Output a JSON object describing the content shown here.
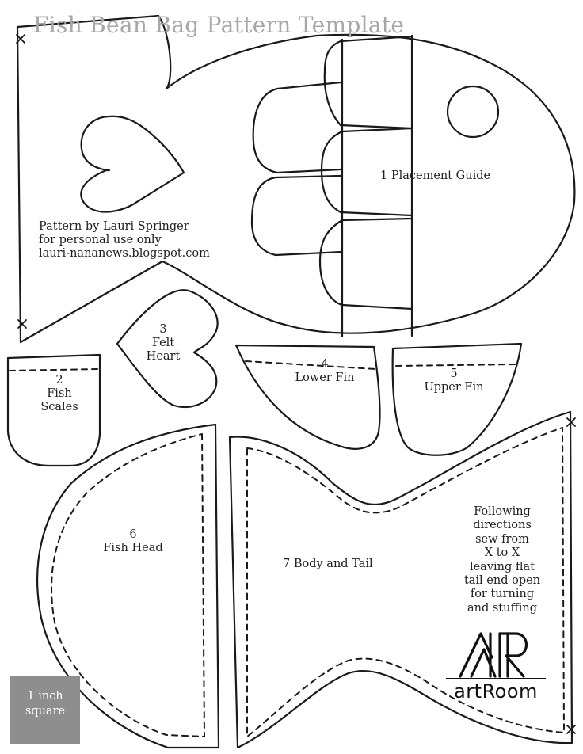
{
  "title": "Fish Bean Bag Pattern Template",
  "credit": {
    "line1": "Pattern by Lauri Springer",
    "line2": "for personal use only",
    "line3": "lauri-nananews.blogspot.com"
  },
  "pieces": {
    "placement_guide": "1  Placement Guide",
    "fish_scales": {
      "number": "2",
      "line1": "Fish",
      "line2": "Scales"
    },
    "felt_heart": {
      "number": "3",
      "line1": "Felt",
      "line2": "Heart"
    },
    "lower_fin": {
      "number": "4",
      "label": "Lower Fin"
    },
    "upper_fin": {
      "number": "5",
      "label": "Upper Fin"
    },
    "fish_head": {
      "number": "6",
      "label": "Fish Head"
    },
    "body_tail": "7 Body and Tail"
  },
  "directions": [
    "Following",
    "directions",
    "sew from",
    "X to X",
    "leaving flat",
    "tail end open",
    "for turning",
    "and stuffing"
  ],
  "scale_square": {
    "line1": "1 inch",
    "line2": "square",
    "color": "#8e8e8e"
  },
  "logo": {
    "wordmark": "artRoom",
    "monogram_icon": "ar-monogram-icon"
  },
  "colors": {
    "ink": "#1a1a1a",
    "title": "#a7a7a7",
    "background": "#ffffff"
  }
}
